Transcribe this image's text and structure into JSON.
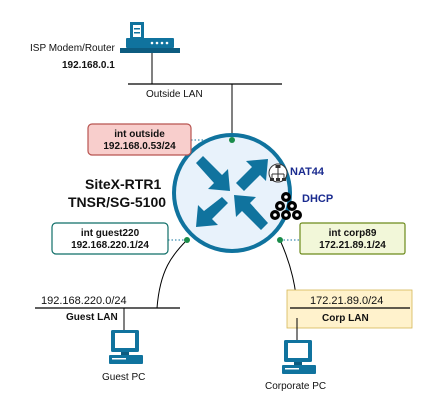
{
  "isp": {
    "label": "ISP Modem/Router",
    "ip": "192.168.0.1"
  },
  "outside_lan": {
    "label": "Outside LAN"
  },
  "router": {
    "name": "SiteX-RTR1",
    "model": "TNSR/SG-5100"
  },
  "services": {
    "nat": "NAT44",
    "dhcp": "DHCP"
  },
  "interfaces": {
    "outside": {
      "name": "int outside",
      "ip": "192.168.0.53/24",
      "fill": "#f8cecc",
      "stroke": "#b85450"
    },
    "guest": {
      "name": "int guest220",
      "ip": "192.168.220.1/24",
      "fill": "#ffffff",
      "stroke": "#0f6e68"
    },
    "corp": {
      "name": "int corp89",
      "ip": "172.21.89.1/24",
      "fill": "#f2f7d9",
      "stroke": "#6c8a1c"
    }
  },
  "guest_lan": {
    "network": "192.168.220.0/24",
    "label": "Guest LAN"
  },
  "corp_lan": {
    "network": "172.21.89.0/24",
    "label": "Corp LAN",
    "fill": "#fff2cc"
  },
  "guest_pc": {
    "label": "Guest PC"
  },
  "corp_pc": {
    "label": "Corporate PC"
  },
  "colors": {
    "router_blue": "#10739e",
    "router_light": "#e8f2fb",
    "service_blue": "#1a2b8f"
  }
}
